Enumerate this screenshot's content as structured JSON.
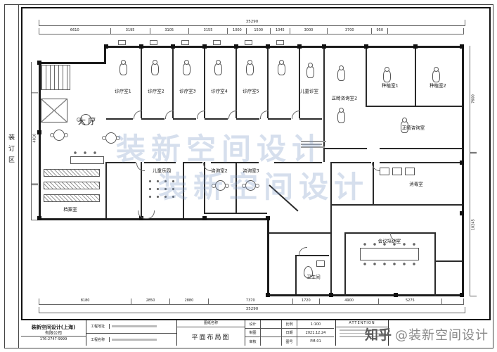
{
  "page": {
    "binding_label": "装订区",
    "watermark_text": "装新空间设计",
    "zhihu_logo": "知乎",
    "zhihu_handle": "@装新空间设计"
  },
  "dims": {
    "top_total": "35290",
    "top": [
      "6610",
      "3195",
      "3105",
      "3155",
      "1000",
      "1500",
      "1045",
      "3000",
      "3700",
      "950"
    ],
    "bottom": [
      "8180",
      "2850",
      "2880",
      "7370",
      "1720",
      "4900",
      "5275"
    ],
    "bottom_total": "35290",
    "left": [
      "4010"
    ],
    "right": [
      "7600",
      "10245"
    ]
  },
  "rooms": [
    "大厅",
    "诊疗室1",
    "诊疗室2",
    "诊疗室3",
    "诊疗室4",
    "诊疗室5",
    "儿童诊室",
    "正畸咨询室2",
    "种植室1",
    "种植室2",
    "正畸咨询室",
    "档案室",
    "儿童乐园",
    "咨询室2",
    "咨询室3",
    "卫生间",
    "消毒室",
    "会议培训室"
  ],
  "titleblock": {
    "company_line1": "装新空间设计(上海)",
    "company_line2": "有限公司",
    "phone": "176-2747-9999",
    "address_label": "工程地址",
    "project_label": "工程名称",
    "drawing_label": "图纸名称",
    "drawing_name": "平面布局图",
    "design_label": "设计",
    "draft_label": "制图",
    "check_label": "审核",
    "scale_label": "比例",
    "scale": "1:100",
    "date_label": "日期",
    "date": "2021.12.24",
    "sheet_label": "图号",
    "sheet": "PM-01",
    "attention": "ATTENTION"
  }
}
